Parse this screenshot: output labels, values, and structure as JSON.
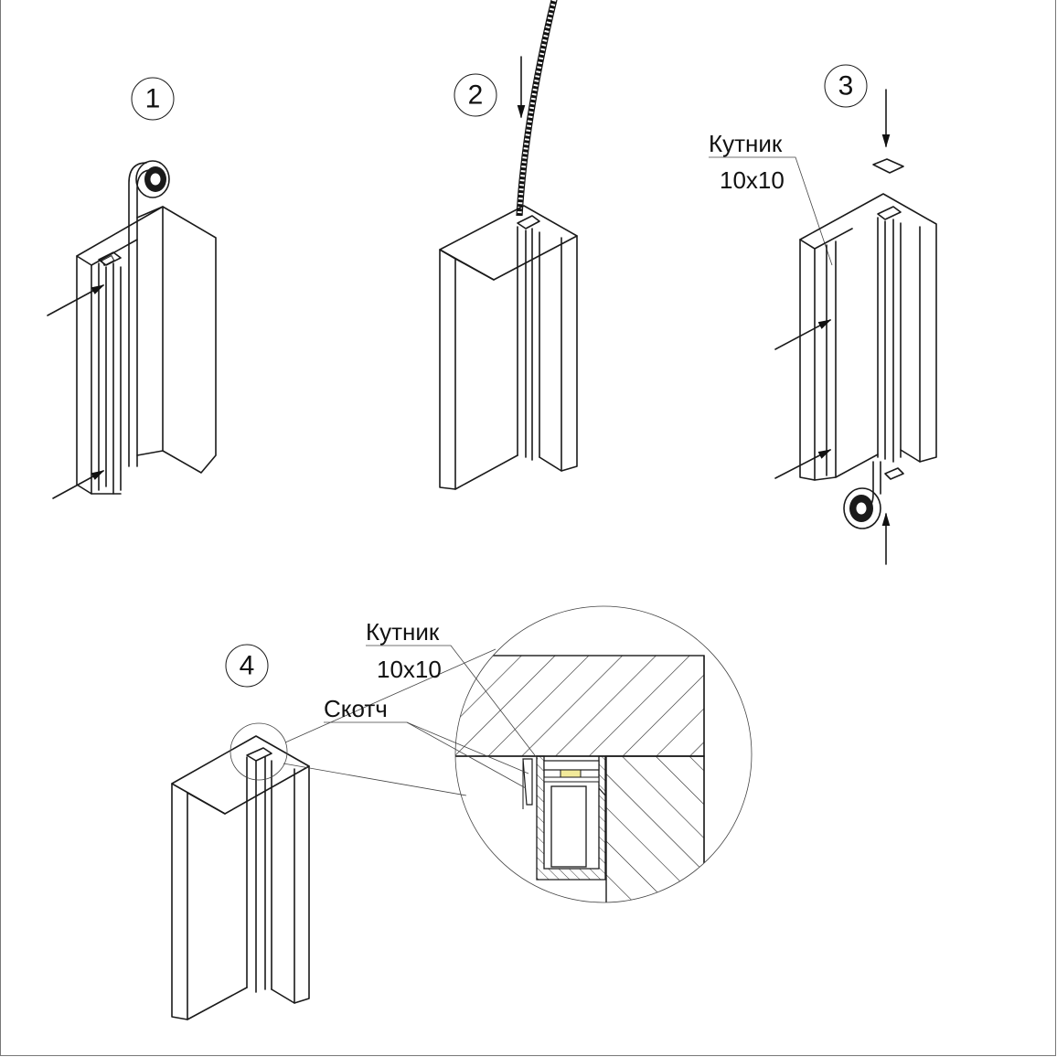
{
  "steps": [
    {
      "number": "1"
    },
    {
      "number": "2"
    },
    {
      "number": "3",
      "labels": {
        "line1": "Кутник",
        "line2": "10x10"
      }
    },
    {
      "number": "4"
    }
  ],
  "detail": {
    "labels": {
      "line1": "Кутник",
      "line2": "10x10",
      "tape": "Скотч"
    },
    "colors": {
      "led_strip": "#f2ea9a",
      "hatch": "#222222"
    }
  }
}
